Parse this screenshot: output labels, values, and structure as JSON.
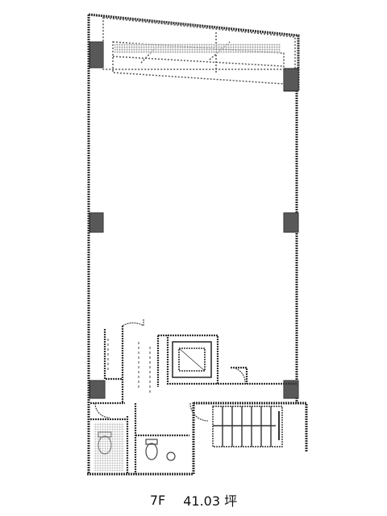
{
  "floor": "7F",
  "area": "41.03 坪",
  "icons": [
    "floor-plan-drawing",
    "elevator-icon",
    "staircase-icon",
    "toilet-icon",
    "door-swing-icon"
  ]
}
